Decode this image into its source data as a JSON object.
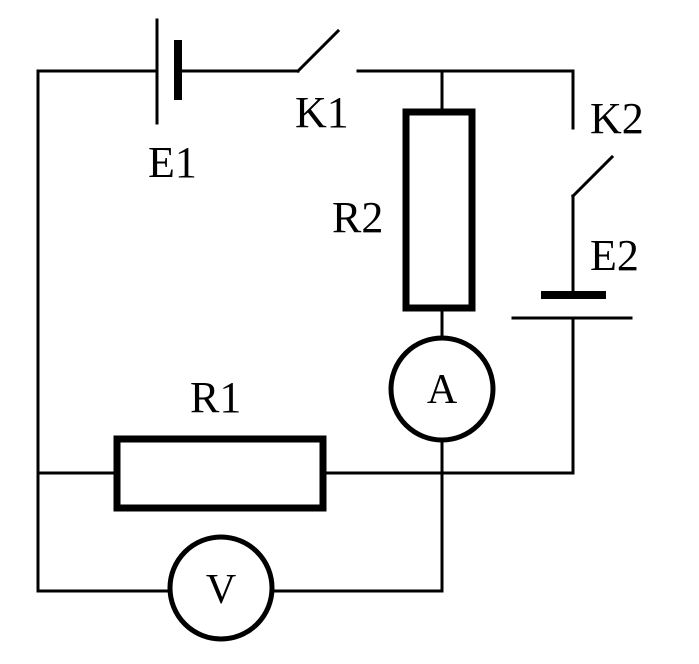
{
  "diagram": {
    "labels": {
      "e1": "E1",
      "k1": "K1",
      "k2": "K2",
      "e2": "E2",
      "r1": "R1",
      "r2": "R2",
      "ammeter": "A",
      "voltmeter": "V"
    },
    "colors": {
      "line": "#000000",
      "background": "#ffffff"
    }
  }
}
